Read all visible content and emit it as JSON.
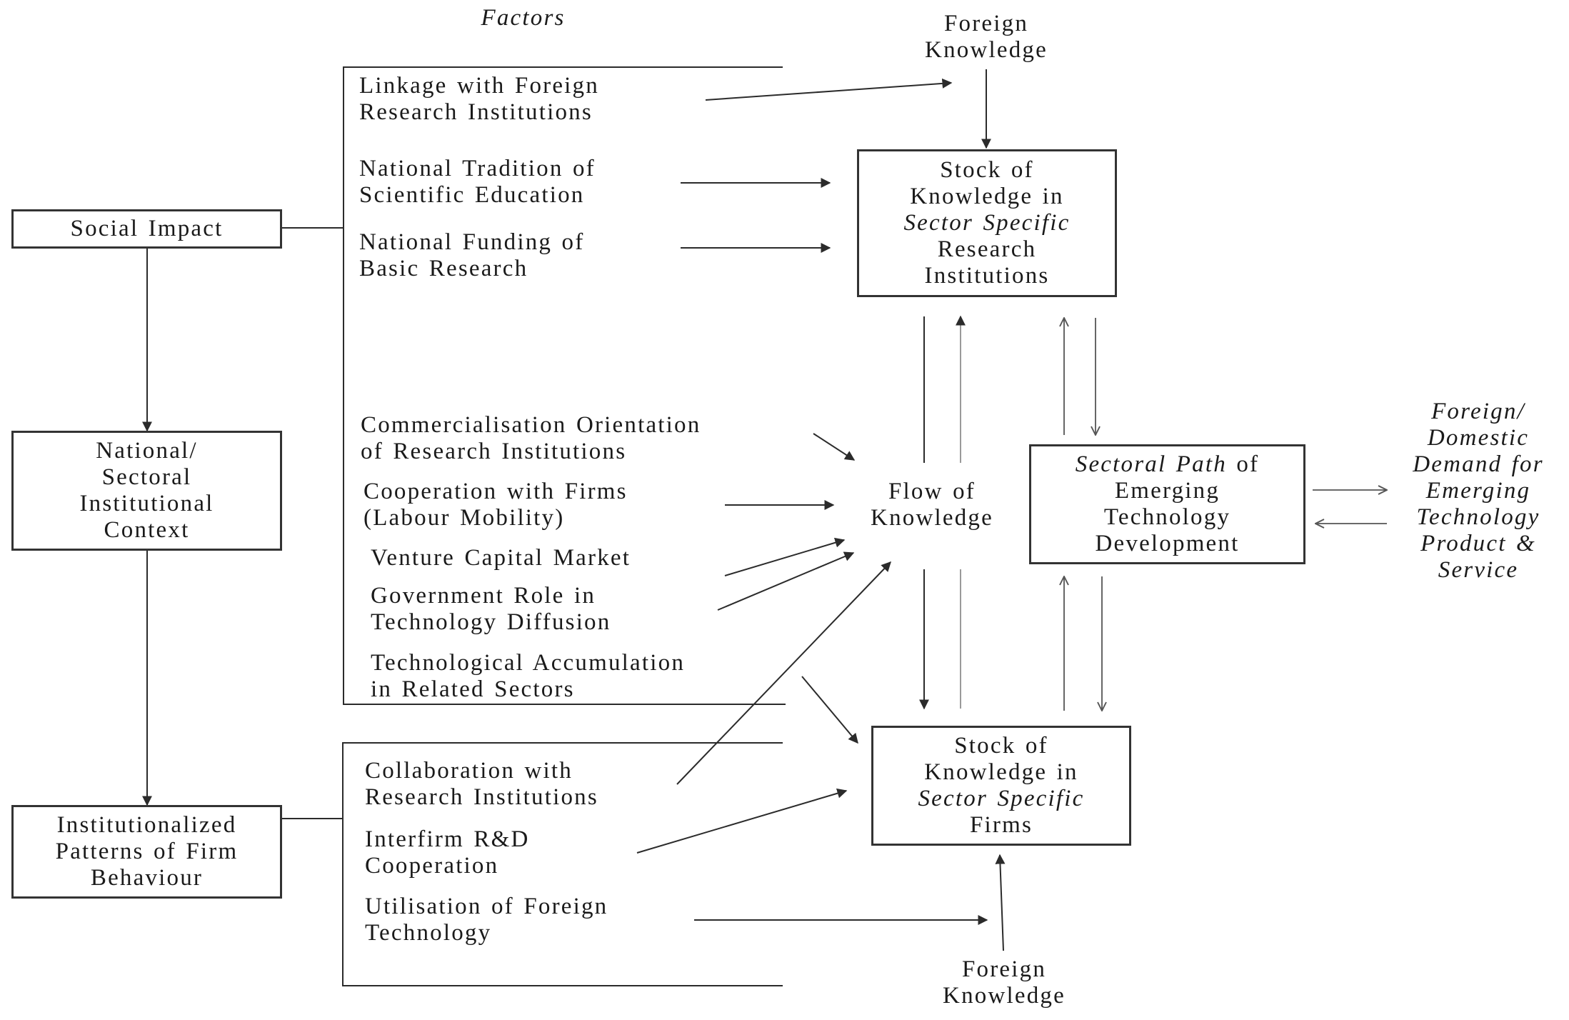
{
  "header": {
    "factors_label": "Factors"
  },
  "left_boxes": {
    "social_impact": "Social Impact",
    "national_context": [
      "National/",
      "Sectoral",
      "Institutional",
      "Context"
    ],
    "firm_patterns": [
      "Institutionalized",
      "Patterns of Firm",
      "Behaviour"
    ]
  },
  "upper_factors": [
    [
      "Linkage with Foreign",
      "Research Institutions"
    ],
    [
      "National Tradition of",
      "Scientific Education"
    ],
    [
      "National Funding of",
      "Basic Research"
    ],
    [
      "Commercialisation Orientation",
      "of Research Institutions"
    ],
    [
      "Cooperation with Firms",
      "(Labour Mobility)"
    ],
    [
      "Venture Capital Market"
    ],
    [
      "Government Role in",
      "Technology Diffusion"
    ],
    [
      "Technological Accumulation",
      "in Related Sectors"
    ]
  ],
  "lower_factors": [
    [
      "Collaboration with",
      "Research Institutions"
    ],
    [
      "Interfirm R&D",
      "Cooperation"
    ],
    [
      "Utilisation of Foreign",
      "Technology"
    ]
  ],
  "foreign_knowledge_top": [
    "Foreign",
    "Knowledge"
  ],
  "foreign_knowledge_bottom": [
    "Foreign",
    "Knowledge"
  ],
  "research_stock": {
    "line1": "Stock of",
    "line2": "Knowledge in",
    "line3": "Sector Specific",
    "line4": "Research",
    "line5": "Institutions"
  },
  "firms_stock": {
    "line1": "Stock of",
    "line2": "Knowledge in",
    "line3": "Sector Specific",
    "line4": "Firms"
  },
  "flow": [
    "Flow of",
    "Knowledge"
  ],
  "sectoral_path": {
    "line1_italic": "Sectoral Path",
    "line1_rest": " of",
    "line2": "Emerging",
    "line3": "Technology",
    "line4": "Development"
  },
  "demand": [
    "Foreign/",
    "Domestic",
    "Demand for",
    "Emerging",
    "Technology",
    "Product &",
    "Service"
  ],
  "colors": {
    "line": "#2b2b2b",
    "light_line": "#9a9a9a",
    "text": "#1a1a1a"
  }
}
